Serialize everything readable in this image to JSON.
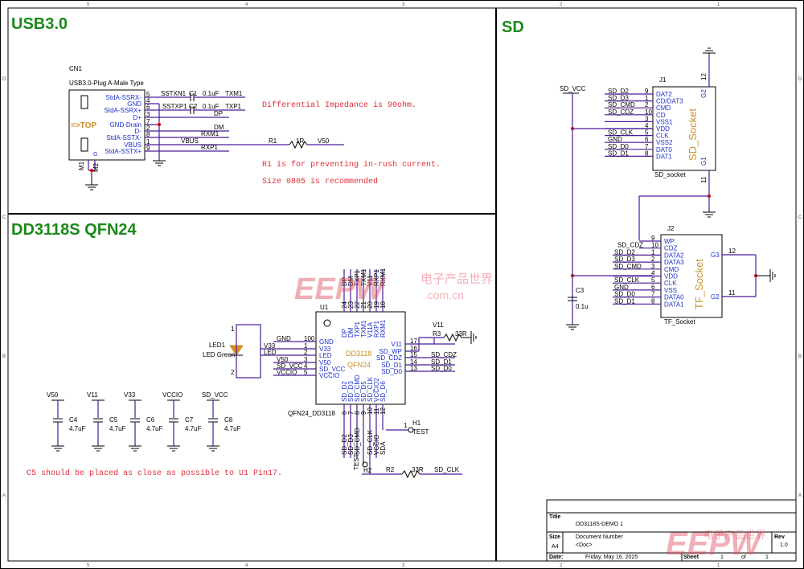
{
  "border": {
    "cols_top": [
      "5",
      "4",
      "3",
      "2",
      "1"
    ],
    "rows_side": [
      "D",
      "C",
      "B",
      "A"
    ]
  },
  "sections": {
    "usb": "USB3.0",
    "sd": "SD",
    "dd": "DD3118S  QFN24"
  },
  "cn1": {
    "ref": "CN1",
    "name": "USB3.0-Plug A-Male Type",
    "arrow": "=>TOP",
    "pins": [
      {
        "num": "5",
        "name": "StdA-SSRX-"
      },
      {
        "num": "4",
        "name": "GND"
      },
      {
        "num": "6",
        "name": "StdA-SSRX+"
      },
      {
        "num": "3",
        "name": "D+"
      },
      {
        "num": "7",
        "name": "GND-Drain"
      },
      {
        "num": "2",
        "name": "D-"
      },
      {
        "num": "8",
        "name": "StdA-SSTX-"
      },
      {
        "num": "1",
        "name": "VBUS"
      },
      {
        "num": "9",
        "name": "StdA-SSTX+"
      }
    ],
    "mount": [
      "M1",
      "M2"
    ],
    "nets": {
      "sstxn1": "SSTXN1",
      "sstxp1": "SSTXP1",
      "c1": "C1",
      "c2": "C2",
      "cval": "0.1uF",
      "txm1": "TXM1",
      "txp1": "TXP1",
      "dp": "DP",
      "dm": "DM",
      "rxm1": "RXM1",
      "vbus": "VBUS",
      "rxp1": "RXP1",
      "r1": "R1",
      "r1val": "1R",
      "v50": "V50"
    }
  },
  "notes": {
    "diff": "Differential Impedance is 90ohm.",
    "r1a": "R1 is for preventing in-rush current.",
    "r1b": "Size 0805 is recommended",
    "c5": "C5 should be placed as close as possible to U1 Pin17."
  },
  "j1": {
    "ref": "J1",
    "part": "SD_socket",
    "body": "SD_Socket",
    "pins": [
      {
        "num": "9",
        "name": "DAT2",
        "net": "SD_D2"
      },
      {
        "num": "1",
        "name": "CD/DAT3",
        "net": "SD_D3"
      },
      {
        "num": "2",
        "name": "CMD",
        "net": "SD_CMD"
      },
      {
        "num": "10",
        "name": "CD",
        "net": "SD_CDZ"
      },
      {
        "num": "3",
        "name": "VSS1",
        "net": ""
      },
      {
        "num": "4",
        "name": "VDD",
        "net": ""
      },
      {
        "num": "5",
        "name": "CLK",
        "net": "SD_CLK"
      },
      {
        "num": "6",
        "name": "VSS2",
        "net": "GND"
      },
      {
        "num": "7",
        "name": "DAT0",
        "net": "SD_D0"
      },
      {
        "num": "8",
        "name": "DAT1",
        "net": "SD_D1"
      }
    ],
    "g2": "G2",
    "g1": "G1",
    "p12": "12",
    "p11": "11"
  },
  "sdvcc": {
    "net": "SD_VCC",
    "cap": "C3",
    "capval": "0.1u"
  },
  "j2": {
    "ref": "J2",
    "part": "TF_Socket",
    "body": "TF_Socket",
    "pins": [
      {
        "num": "9",
        "name": "WP",
        "net": ""
      },
      {
        "num": "10",
        "name": "CDZ",
        "net": "SD_CDZ"
      },
      {
        "num": "1",
        "name": "DATA2",
        "net": "SD_D2"
      },
      {
        "num": "2",
        "name": "DATA3",
        "net": "SD_D3"
      },
      {
        "num": "3",
        "name": "CMD",
        "net": "SD_CMD"
      },
      {
        "num": "4",
        "name": "VDD",
        "net": ""
      },
      {
        "num": "5",
        "name": "CLK",
        "net": "SD_CLK"
      },
      {
        "num": "6",
        "name": "VSS",
        "net": "GND"
      },
      {
        "num": "7",
        "name": "DATA0",
        "net": "SD_D0"
      },
      {
        "num": "8",
        "name": "DATA1",
        "net": "SD_D1"
      }
    ],
    "g3": "G3",
    "g2": "G2",
    "p12": "12",
    "p11": "11"
  },
  "u1": {
    "ref": "U1",
    "part": "QFN24_DD3118",
    "body1": "DD3118",
    "body2": "QFN24",
    "top": [
      {
        "num": "24",
        "name": "DP"
      },
      {
        "num": "23",
        "name": "DM"
      },
      {
        "num": "22",
        "name": "TXP1"
      },
      {
        "num": "21",
        "name": "TXM1"
      },
      {
        "num": "20",
        "name": "V11A"
      },
      {
        "num": "19",
        "name": "RXP1"
      },
      {
        "num": "18",
        "name": "RXM1"
      }
    ],
    "topnets": [
      "DP",
      "DM",
      "TXP1",
      "TXM1",
      "V11",
      "RXP1",
      "RXM1"
    ],
    "left": [
      {
        "num": "100",
        "name": "GND",
        "net": "GND"
      },
      {
        "num": "1",
        "name": "V33",
        "net": "V33"
      },
      {
        "num": "2",
        "name": "LED",
        "net": "LED"
      },
      {
        "num": "3",
        "name": "V50",
        "net": "V50"
      },
      {
        "num": "4",
        "name": "SD_VCC",
        "net": "SD_VCC"
      },
      {
        "num": "5",
        "name": "VCCIO",
        "net": "VCCIO"
      }
    ],
    "right": [
      {
        "num": "17",
        "name": "V11",
        "net": "V11"
      },
      {
        "num": "16",
        "name": "SD_WP",
        "net": ""
      },
      {
        "num": "15",
        "name": "SD_CDZ",
        "net": "SD_CDZ"
      },
      {
        "num": "14",
        "name": "SD_D1",
        "net": "SD_D1"
      },
      {
        "num": "13",
        "name": "SD_D0",
        "net": "SD_D0"
      }
    ],
    "bottom": [
      {
        "num": "6",
        "name": "SD_D2"
      },
      {
        "num": "7",
        "name": "SD_D3"
      },
      {
        "num": "8",
        "name": "SD_CMD"
      },
      {
        "num": "9",
        "name": "SD_D5"
      },
      {
        "num": "10",
        "name": "SD_CLK"
      },
      {
        "num": "11",
        "name": "VCCIO2"
      },
      {
        "num": "12",
        "name": "SD_D6"
      }
    ],
    "botnets": [
      "SD_D2",
      "SD_D3",
      "SD_CMD",
      "TEST",
      "SD_CLK",
      "VCCIO",
      "SDA"
    ]
  },
  "misc": {
    "r3": "R3",
    "r3val": "33R",
    "r2": "R2",
    "r2val": "33R",
    "h1": "H1",
    "test": "TEST",
    "h2": "H2",
    "sdclk": "SD_CLK",
    "led1": "LED1",
    "ledgreen": "LED Green",
    "p1": "1",
    "p2": "2",
    "h1p": "1"
  },
  "caps": [
    {
      "net": "V50",
      "ref": "C4",
      "val": "4.7uF"
    },
    {
      "net": "V11",
      "ref": "C5",
      "val": "4.7uF"
    },
    {
      "net": "V33",
      "ref": "C6",
      "val": "4.7uF"
    },
    {
      "net": "VCCIO",
      "ref": "C7",
      "val": "4.7uF"
    },
    {
      "net": "SD_VCC",
      "ref": "C8",
      "val": "4.7uF"
    }
  ],
  "titleblock": {
    "title_lbl": "Title",
    "title": "DD3118S-DEMO 1",
    "size_lbl": "Size",
    "size": "A4",
    "doc_lbl": "Document Number",
    "doc": "<Doc>",
    "rev_lbl": "Rev",
    "rev": "1.0",
    "date_lbl": "Date:",
    "date": "Friday, May 16, 2025",
    "sheet_lbl": "Sheet",
    "sheet": "1",
    "of_lbl": "of",
    "of": "1"
  },
  "watermark": {
    "logo": "EEPW",
    "sub": "电子产品世界",
    "url": ".com.cn"
  }
}
